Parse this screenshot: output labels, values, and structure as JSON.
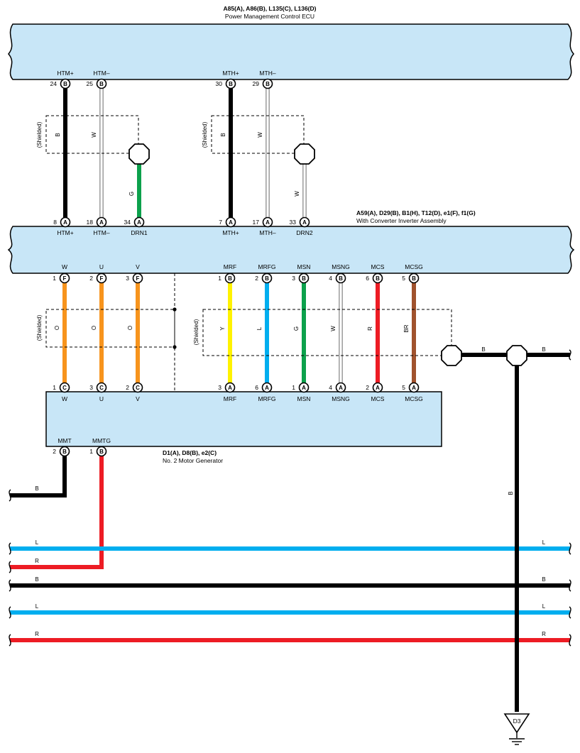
{
  "ecu": {
    "codes": "A85(A), A86(B), L135(C), L136(D)",
    "name": "Power Management Control ECU",
    "pins": [
      {
        "num": "24",
        "conn": "B",
        "label": "HTM+"
      },
      {
        "num": "25",
        "conn": "B",
        "label": "HTM–"
      },
      {
        "num": "30",
        "conn": "B",
        "label": "MTH+"
      },
      {
        "num": "29",
        "conn": "B",
        "label": "MTH–"
      }
    ]
  },
  "inverter": {
    "codes": "A59(A), D29(B), B1(H), T12(D), e1(F), f1(G)",
    "name": "With Converter Inverter Assembly",
    "top_pins": [
      {
        "num": "8",
        "conn": "A",
        "label": "HTM+"
      },
      {
        "num": "18",
        "conn": "A",
        "label": "HTM–"
      },
      {
        "num": "34",
        "conn": "A",
        "label": "DRN1"
      },
      {
        "num": "7",
        "conn": "A",
        "label": "MTH+"
      },
      {
        "num": "17",
        "conn": "A",
        "label": "MTH–"
      },
      {
        "num": "33",
        "conn": "A",
        "label": "DRN2"
      }
    ],
    "bottom_pins": [
      {
        "num": "1",
        "conn": "F",
        "label": "W"
      },
      {
        "num": "2",
        "conn": "F",
        "label": "U"
      },
      {
        "num": "3",
        "conn": "F",
        "label": "V"
      },
      {
        "num": "1",
        "conn": "B",
        "label": "MRF"
      },
      {
        "num": "2",
        "conn": "B",
        "label": "MRFG"
      },
      {
        "num": "3",
        "conn": "B",
        "label": "MSN"
      },
      {
        "num": "4",
        "conn": "B",
        "label": "MSNG"
      },
      {
        "num": "6",
        "conn": "B",
        "label": "MCS"
      },
      {
        "num": "5",
        "conn": "B",
        "label": "MCSG"
      }
    ]
  },
  "motor": {
    "codes": "D1(A), D8(B), e2(C)",
    "name": "No. 2 Motor Generator",
    "top_pins": [
      {
        "num": "1",
        "conn": "C",
        "label": "W"
      },
      {
        "num": "3",
        "conn": "C",
        "label": "U"
      },
      {
        "num": "2",
        "conn": "C",
        "label": "V"
      },
      {
        "num": "3",
        "conn": "A",
        "label": "MRF"
      },
      {
        "num": "6",
        "conn": "A",
        "label": "MRFG"
      },
      {
        "num": "1",
        "conn": "A",
        "label": "MSN"
      },
      {
        "num": "4",
        "conn": "A",
        "label": "MSNG"
      },
      {
        "num": "2",
        "conn": "A",
        "label": "MCS"
      },
      {
        "num": "5",
        "conn": "A",
        "label": "MCSG"
      }
    ],
    "bottom_pins": [
      {
        "num": "2",
        "conn": "B",
        "label": "MMT"
      },
      {
        "num": "1",
        "conn": "B",
        "label": "MMTG"
      }
    ]
  },
  "shield_label": "(Shielded)",
  "wire_colors": {
    "htm_pos": "B",
    "htm_neg": "W",
    "drn1": "G",
    "mth_pos": "B",
    "mth_neg": "W",
    "drn2": "W",
    "w": "O",
    "u": "O",
    "v": "O",
    "mrf": "Y",
    "mrfg": "L",
    "msn": "G",
    "msng": "W",
    "mcs": "R",
    "mcsg": "BR",
    "shield_ground": "B",
    "shield_ground_2": "B",
    "ground_drop": "B",
    "mmt": "B",
    "line1": "L",
    "line2": "R",
    "line3": "B",
    "line4": "L",
    "line5": "R"
  },
  "ground": {
    "code": "D3"
  },
  "colors": {
    "B": "#000000",
    "W": "#ffffff",
    "G": "#0ca14c",
    "O": "#f7941d",
    "Y": "#fff200",
    "L": "#00aeef",
    "R": "#ed1c24",
    "BR": "#a0522d",
    "component_fill": "#c8e6f7"
  }
}
